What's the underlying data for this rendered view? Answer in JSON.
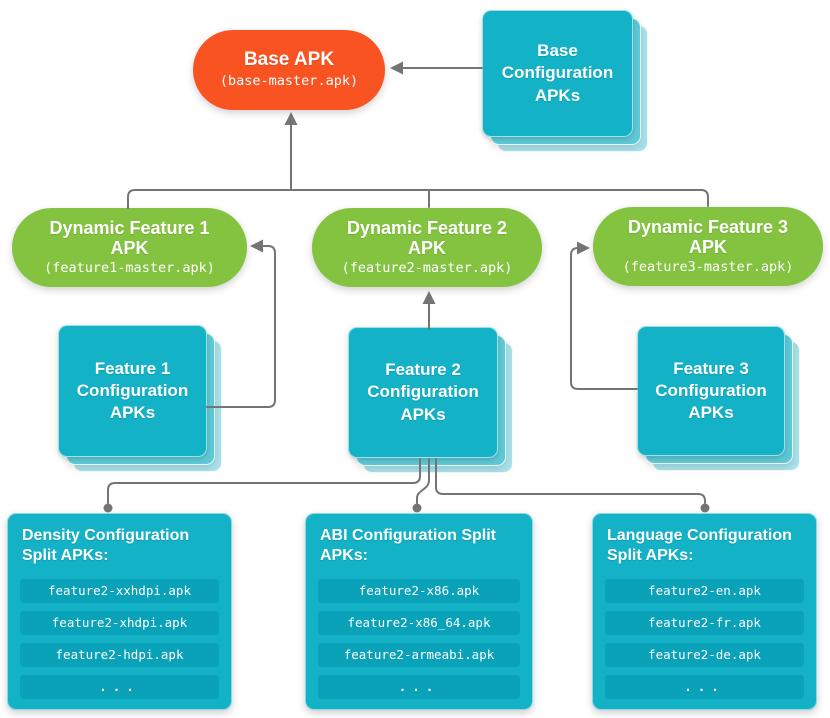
{
  "base": {
    "title": "Base APK",
    "file": "(base-master.apk)"
  },
  "base_config": {
    "line1": "Base",
    "line2": "Configuration",
    "line3": "APKs"
  },
  "features": [
    {
      "line1": "Dynamic Feature 1",
      "line2": "APK",
      "file": "(feature1-master.apk)"
    },
    {
      "line1": "Dynamic Feature 2",
      "line2": "APK",
      "file": "(feature2-master.apk)"
    },
    {
      "line1": "Dynamic Feature 3",
      "line2": "APK",
      "file": "(feature3-master.apk)"
    }
  ],
  "feature_configs": [
    {
      "line1": "Feature 1",
      "line2": "Configuration",
      "line3": "APKs"
    },
    {
      "line1": "Feature 2",
      "line2": "Configuration",
      "line3": "APKs"
    },
    {
      "line1": "Feature 3",
      "line2": "Configuration",
      "line3": "APKs"
    }
  ],
  "splits": [
    {
      "heading": "Density Configuration Split APKs:",
      "items": [
        "feature2-xxhdpi.apk",
        "feature2-xhdpi.apk",
        "feature2-hdpi.apk",
        "..."
      ]
    },
    {
      "heading": "ABI Configuration Split APKs:",
      "items": [
        "feature2-x86.apk",
        "feature2-x86_64.apk",
        "feature2-armeabi.apk",
        "..."
      ]
    },
    {
      "heading": "Language Configuration Split APKs:",
      "items": [
        "feature2-en.apk",
        "feature2-fr.apk",
        "feature2-de.apk",
        "..."
      ]
    }
  ],
  "colors": {
    "orange": "#fa5322",
    "green": "#84c340",
    "teal": "#14b2c7",
    "teal_row": "#09a2b8",
    "teal_layer2": "#5ec9d6",
    "teal_layer3": "#a9e1ea",
    "line": "#747474",
    "text": "#ffffff"
  }
}
